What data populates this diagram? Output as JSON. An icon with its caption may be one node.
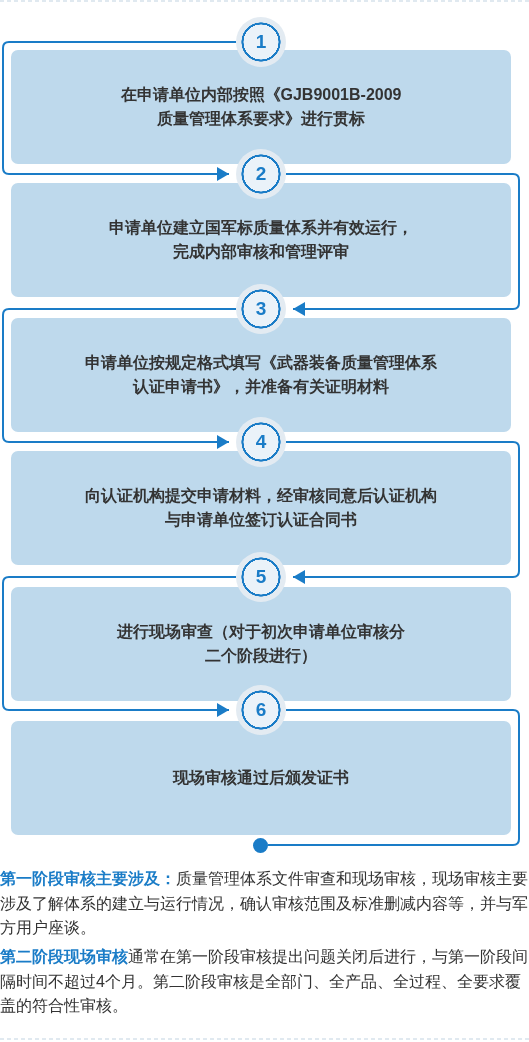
{
  "diagram": {
    "nodes": [
      {
        "text": [
          "1"
        ]
      },
      {
        "text": [
          "在申请单位内部按照《GJB9001B-2009质量管理体系要求》进行贯标"
        ]
      },
      {
        "text": [
          "2"
        ]
      },
      {
        "text": [
          "申请单位建立国军标质量体系并有效运行，完成内部审核和管理评审"
        ]
      },
      {
        "text": [
          "3"
        ]
      },
      {
        "text": [
          "申请单位按规定格式填写《武器装备质量管理体系认证申请书》，并准备有关证明材料"
        ]
      },
      {
        "text": [
          "4"
        ]
      },
      {
        "text": [
          "向认证机构提交申请材料，经审核同意后认证机构与申请单位签订认证合同书"
        ]
      },
      {
        "text": [
          "5"
        ]
      },
      {
        "text": [
          "进行现场审查（对于初次申请单位审核分二个阶段进行）"
        ]
      },
      {
        "text": [
          "6"
        ]
      },
      {
        "text": [
          "现场审核通过后颁发证书"
        ]
      },
      {
        "text": [],
        "shape": "circle"
      }
    ],
    "edges": [
      {
        "from": 0,
        "to": 2,
        "arrow": "to"
      },
      {
        "from": 2,
        "to": 4,
        "arrow": "to"
      },
      {
        "from": 4,
        "to": 6,
        "arrow": "to"
      },
      {
        "from": 6,
        "to": 8,
        "arrow": "to"
      },
      {
        "from": 8,
        "to": 10,
        "arrow": "to"
      },
      {
        "from": 10,
        "to": 12,
        "arrow": "none"
      }
    ],
    "labels": [
      "**第一阶段审核主要涉及：**质量管理体系文件审查和现场审核，现场审核主要涉及了解体系的建立与运行情况，确认审核范围及标准删减内容等，并与军方用户座谈。",
      "**第二阶段现场审核**通常在第一阶段审核提出问题关闭后进行，与第一阶段间隔时间不超过4个月。第二阶段审核是全部门、全产品、全过程、全要求覆盖的符合性审核。"
    ]
  }
}
